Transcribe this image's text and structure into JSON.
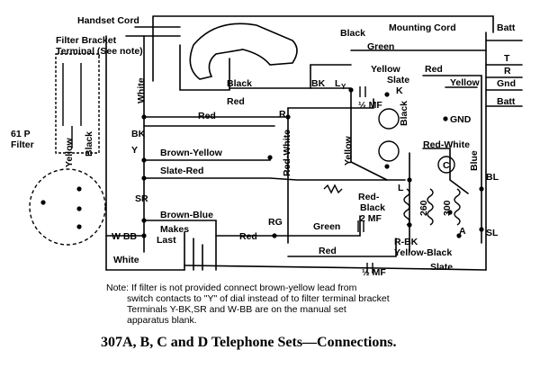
{
  "labels": {
    "handset_cord": "Handset Cord",
    "filter_bracket_1": "Filter Bracket",
    "filter_bracket_2": "Terminal (See note)",
    "mounting_cord": "Mounting Cord",
    "batt_top": "Batt",
    "t": "T",
    "r": "R",
    "gnd": "Gnd",
    "batt": "Batt",
    "black_top": "Black",
    "green_top": "Green",
    "red_top": "Red",
    "yellow_right": "Yellow",
    "white": "White",
    "black_handset": "Black",
    "bk": "BK",
    "ly": "L",
    "ly_sub": "Y",
    "yellow_slate": "Yellow",
    "slate": "Slate",
    "k": "K",
    "half_mf": "½ MF",
    "black_vert": "Black",
    "red_a": "Red",
    "red_b": "Red",
    "r_term": "R",
    "red_white_vert": "Red-White",
    "yellow_vert": "Yellow",
    "gnd_term": "GND",
    "red_white": "Red-White",
    "c": "C",
    "blue": "Blue",
    "bl": "BL",
    "filter_61p_1": "61 P",
    "filter_61p_2": "Filter",
    "yellow_left": "Yellow",
    "black_left": "Black",
    "y": "Y",
    "bk_term": "BK",
    "brown_yellow": "Brown-Yellow",
    "slate_red": "Slate-Red",
    "sr": "SR",
    "brown_blue": "Brown-Blue",
    "w_bb": "W BB",
    "makes_last_1": "Makes",
    "makes_last_2": "Last",
    "white_bottom": "White",
    "red_mid": "Red",
    "rg": "RG",
    "green_mid": "Green",
    "red_lower": "Red",
    "red_black_1": "Red-",
    "red_black_2": "Black",
    "two_mf": "2 MF",
    "l": "L",
    "coil_260": "260",
    "coil_300": "300",
    "r_bk": "R-BK",
    "yellow_black": "Yellow-Black",
    "a": "A",
    "sl": "SL",
    "slate_bottom": "Slate",
    "half_mf_2": "½ MF"
  },
  "note": {
    "line1": "Note: If filter is not provided connect brown-yellow lead from",
    "line2": "switch contacts to \"Y\" of dial instead of to filter terminal bracket",
    "line3": "Terminals Y-BK,SR and W-BB are on the manual set",
    "line4": "apparatus blank."
  },
  "caption": "307A, B, C and D Telephone Sets—Connections."
}
